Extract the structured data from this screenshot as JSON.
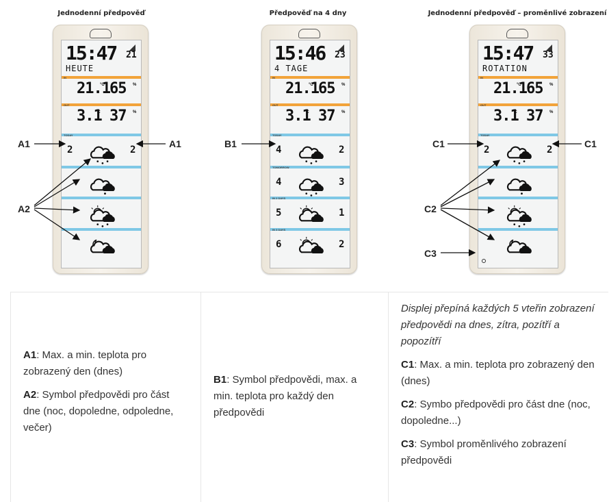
{
  "panels": [
    {
      "title": "Jednodenní předpověď",
      "time": "15:47",
      "seconds": "21",
      "mode": "HEUTE",
      "in_temp": "21.1",
      "in_hum": "65",
      "out_temp": "3.1",
      "out_hum": "37",
      "rows": [
        {
          "left": "2",
          "right": "2",
          "icon": "snow-cloud-icon"
        },
        {
          "left": "",
          "right": "",
          "icon": "rain-cloud-icon"
        },
        {
          "left": "",
          "right": "",
          "icon": "sun-cloud-snow-icon"
        },
        {
          "left": "",
          "right": "",
          "icon": "moon-cloud-icon"
        }
      ]
    },
    {
      "title": "Předpověď na 4 dny",
      "time": "15:46",
      "seconds": "23",
      "mode": "4 TAGE",
      "in_temp": "21.1",
      "in_hum": "65",
      "out_temp": "3.1",
      "out_hum": "37",
      "rows": [
        {
          "left": "4",
          "right": "2",
          "icon": "snow-cloud-icon"
        },
        {
          "left": "4",
          "right": "3",
          "icon": "snow-cloud-icon"
        },
        {
          "left": "5",
          "right": "1",
          "icon": "sun-cloud-icon"
        },
        {
          "left": "6",
          "right": "2",
          "icon": "sun-cloud-icon"
        }
      ]
    },
    {
      "title": "Jednodenní předpověď – proměnlivé zobrazení",
      "time": "15:47",
      "seconds": "33",
      "mode": "ROTATION",
      "in_temp": "21.1",
      "in_hum": "65",
      "out_temp": "3.1",
      "out_hum": "37",
      "rows": [
        {
          "left": "2",
          "right": "2",
          "icon": "snow-cloud-icon"
        },
        {
          "left": "",
          "right": "",
          "icon": "rain-cloud-icon"
        },
        {
          "left": "",
          "right": "",
          "icon": "sun-cloud-snow-icon"
        },
        {
          "left": "",
          "right": "",
          "icon": "moon-cloud-icon"
        }
      ]
    }
  ],
  "bar_labels": {
    "in": "IN",
    "out": "OUT",
    "today": "TODAY",
    "tomorrow": "TOMORROW",
    "in2": "IN 2 DAYS",
    "in3": "IN 3 DAYS"
  },
  "units": {
    "c": "°C",
    "pct": "%"
  },
  "callouts": {
    "a1": "A1",
    "a2": "A2",
    "b1": "B1",
    "c1": "C1",
    "c2": "C2",
    "c3": "C3"
  },
  "descriptions": {
    "a1_rest": ": Max. a min. teplota pro zobrazený den (dnes)",
    "a2_rest": ": Symbol předpovědi pro část dne (noc, dopoledne, odpoledne, večer)",
    "b1_rest": ": Symbol předpovědi, max. a min. teplota pro každý den předpovědi",
    "c_intro": "Displej přepíná každých 5 vteřin zobrazení předpovědi na dnes, zítra, pozítří a popozítří",
    "c1_rest": ": Max. a min. teplota pro zobrazený den (dnes)",
    "c2_rest": ": Symbo předpovědi pro část dne (noc, dopoledne...)",
    "c3_rest": ": Symbol proměnlivého zobrazení předpovědi"
  },
  "colors": {
    "in_bar": "#f2a33a",
    "forecast_bar": "#7fc8e6"
  }
}
